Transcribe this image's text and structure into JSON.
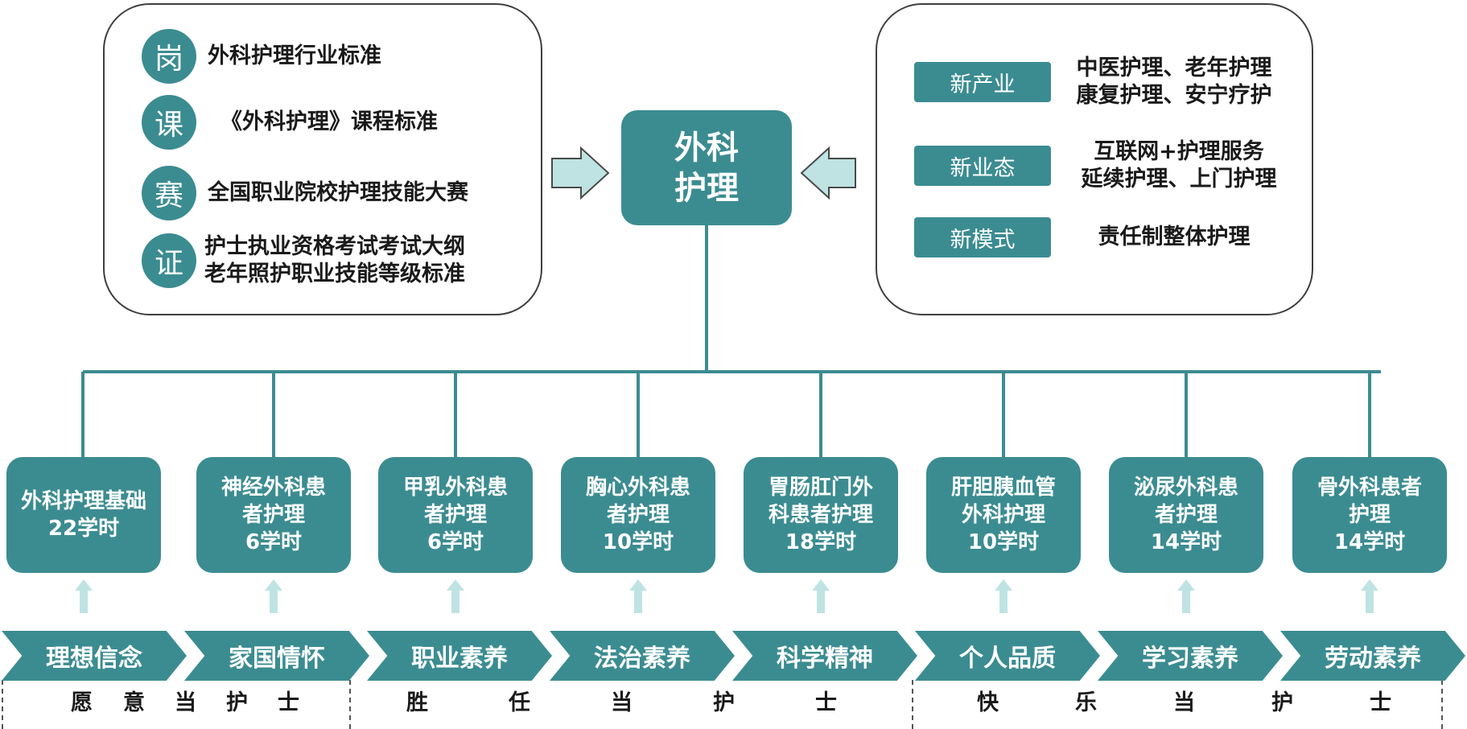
{
  "center_title": [
    "外科",
    "护理"
  ],
  "standards": [
    {
      "badge": "岗",
      "lines": [
        "外科护理行业标准"
      ]
    },
    {
      "badge": "课",
      "lines": [
        "《外科护理》课程标准"
      ]
    },
    {
      "badge": "赛",
      "lines": [
        "全国职业院校护理技能大赛"
      ]
    },
    {
      "badge": "证",
      "lines": [
        "护士执业资格考试考试大纲",
        "老年照护职业技能等级标准"
      ]
    }
  ],
  "trends": [
    {
      "tag": "新产业",
      "lines": [
        "中医护理、老年护理",
        "康复护理、安宁疗护"
      ]
    },
    {
      "tag": "新业态",
      "lines": [
        "互联网+护理服务",
        "延续护理、上门护理"
      ]
    },
    {
      "tag": "新模式",
      "lines": [
        "责任制整体护理"
      ]
    }
  ],
  "modules": [
    {
      "lines": [
        "外科护理基础",
        "22学时"
      ]
    },
    {
      "lines": [
        "神经外科患",
        "者护理",
        "6学时"
      ]
    },
    {
      "lines": [
        "甲乳外科患",
        "者护理",
        "6学时"
      ]
    },
    {
      "lines": [
        "胸心外科患",
        "者护理",
        "10学时"
      ]
    },
    {
      "lines": [
        "胃肠肛门外",
        "科患者护理",
        "18学时"
      ]
    },
    {
      "lines": [
        "肝胆胰血管",
        "外科护理",
        "10学时"
      ]
    },
    {
      "lines": [
        "泌尿外科患",
        "者护理",
        "14学时"
      ]
    },
    {
      "lines": [
        "骨外科患者",
        "护理",
        "14学时"
      ]
    }
  ],
  "values": [
    "理想信念",
    "家国情怀",
    "职业素养",
    "法治素养",
    "科学精神",
    "个人品质",
    "学习素养",
    "劳动素养"
  ],
  "goals": [
    {
      "chars": [
        "愿",
        "意",
        "当",
        "护",
        "士"
      ]
    },
    {
      "chars": [
        "胜",
        "任",
        "当",
        "护",
        "士"
      ]
    },
    {
      "chars": [
        "快",
        "乐",
        "当",
        "护",
        "士"
      ]
    }
  ],
  "colors": {
    "teal": "#3b8c91",
    "arrow_light": "#bfe3e3",
    "border": "#3f3f3f"
  }
}
